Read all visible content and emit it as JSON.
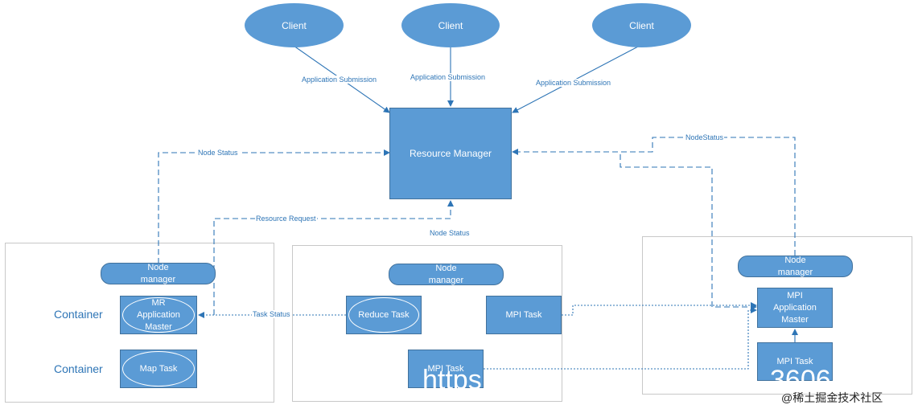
{
  "clients": [
    "Client",
    "Client",
    "Client"
  ],
  "resource_manager": "Resource Manager",
  "edge_labels": {
    "app_submission_1": "Application Submission",
    "app_submission_2": "Application Submission",
    "app_submission_3": "Application Submission",
    "node_status_left": "Node Status",
    "node_status_right": "NodeStatus",
    "resource_request": "Resource Request",
    "node_status_center": "Node Status",
    "task_status": "Task Status"
  },
  "left_node": {
    "node_manager": "Node manager",
    "container_label_1": "Container",
    "container_label_2": "Container",
    "mr_app_master": "MR Application Master",
    "map_task": "Map Task"
  },
  "center_node": {
    "node_manager": "Node manager",
    "reduce_task": "Reduce Task",
    "mpi_task_1": "MPI Task",
    "mpi_task_2": "MPI Task"
  },
  "right_node": {
    "node_manager": "Node manager",
    "mpi_app_master": "MPI Application Master",
    "mpi_task": "MPI Task"
  },
  "watermark": {
    "left_text": "https",
    "right_text": "3606",
    "credit": "@稀土掘金技术社区"
  },
  "colors": {
    "shape_fill": "#5b9bd5",
    "shape_border": "#41719c",
    "edge": "#2e75b6",
    "panel_border": "#c8c8c8"
  }
}
